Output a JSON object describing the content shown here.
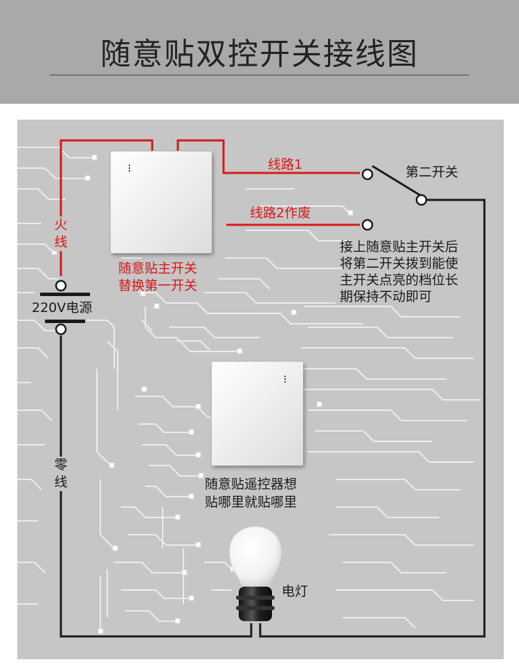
{
  "header": {
    "title": "随意贴双控开关接线图"
  },
  "labels": {
    "line1": "线路1",
    "line2_obsolete": "线路2作废",
    "second_switch": "第二开关",
    "fire_line": "火线",
    "power_source": "220V电源",
    "neutral_line": "零线",
    "main_switch_line1": "随意贴主开关",
    "main_switch_line2": "替换第一开关",
    "note_lines": [
      "接上随意贴主开关后",
      "将第二开关拨到能使",
      "主开关点亮的档位长",
      "期保持不动即可"
    ],
    "remote_lines": [
      "随意贴遥控器想",
      "贴哪里就贴哪里"
    ],
    "lamp": "电灯"
  },
  "colors": {
    "header_bg": "#a9a9a9",
    "board_bg": "#c6c6c6",
    "live_wire": "#d81818",
    "neutral_wire": "#1a1a1a",
    "trace": "#ececec"
  }
}
